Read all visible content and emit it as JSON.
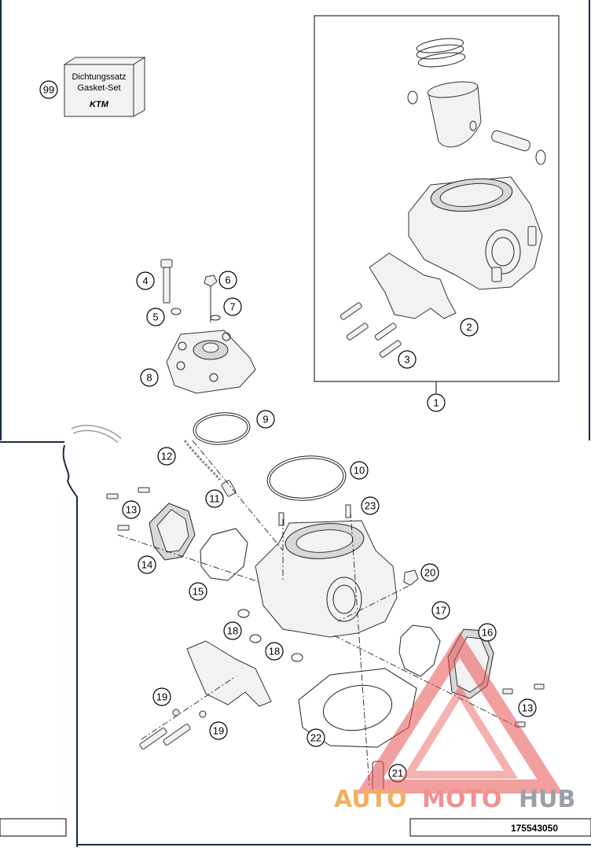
{
  "kit_box": {
    "line1": "Dichtungssatz",
    "line2": "Gasket-Set",
    "brand": "KTM",
    "callout": "99"
  },
  "upper_callouts": [
    "1",
    "2",
    "3",
    "4",
    "5",
    "6",
    "7",
    "8"
  ],
  "lower_callouts": [
    "9",
    "10",
    "11",
    "12",
    "13",
    "14",
    "15",
    "17",
    "18",
    "18",
    "16",
    "13",
    "19",
    "19",
    "20",
    "21",
    "22",
    "23"
  ],
  "drawing_number": "175543050",
  "watermark": {
    "part1": "AUTO",
    "part2": "MOTO",
    "part3": "HUB",
    "colors": {
      "auto": "#f0b060",
      "moto": "#f29090",
      "hub": "#9aa0a6",
      "triangle": "#e85050"
    }
  }
}
